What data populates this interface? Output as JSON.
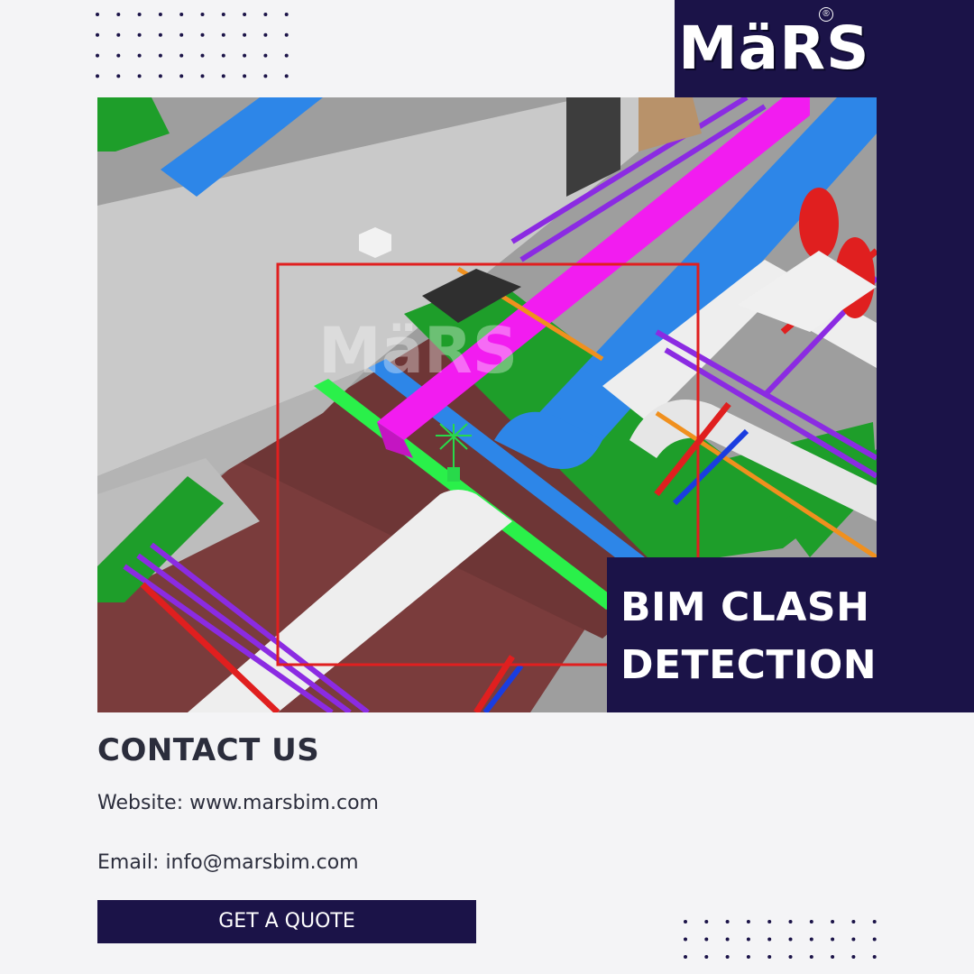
{
  "brand": {
    "logo_text": "MäRS",
    "registered_mark": "®",
    "watermark_text": "MäRS",
    "primary_color": "#1b1348",
    "background_color": "#f4f4f6"
  },
  "hero": {
    "title_line_1": "BIM CLASH",
    "title_line_2": "DETECTION",
    "image_description_icon": "bim-model-render-icon",
    "highlight_color": "#e01f1f"
  },
  "contact": {
    "heading": "CONTACT US",
    "website": "Website: www.marsbim.com",
    "email": "Email: info@marsbim.com"
  },
  "cta": {
    "label": "GET A QUOTE"
  }
}
